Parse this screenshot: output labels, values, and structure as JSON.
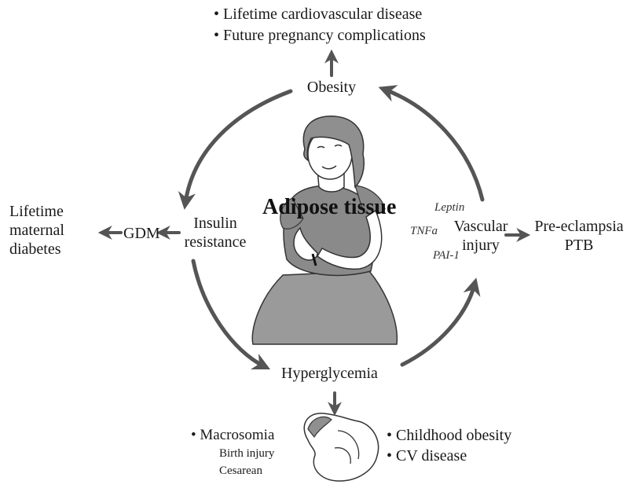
{
  "top_outcomes": {
    "item1": "Lifetime cardiovascular disease",
    "item2": "Future pregnancy complications"
  },
  "bullet": "•",
  "obesity": "Obesity",
  "insulin_resistance": {
    "line1": "Insulin",
    "line2": "resistance"
  },
  "gdm": "GDM",
  "lifetime_diabetes": {
    "line1": "Lifetime",
    "line2": "maternal",
    "line3": "diabetes"
  },
  "center_title": "Adipose tissue",
  "mediators": {
    "leptin": "Leptin",
    "tnf": "TNFa",
    "pai": "PAI-1"
  },
  "vascular_injury": {
    "line1": "Vascular",
    "line2": "injury"
  },
  "vascular_outcomes": {
    "line1": "Pre-eclampsia",
    "line2": "PTB"
  },
  "hyperglycemia": "Hyperglycemia",
  "fetal_outcomes_left": {
    "main": "Macrosomia",
    "sub1": "Birth injury",
    "sub2": "Cesarean"
  },
  "fetal_outcomes_right": {
    "item1": "Childhood obesity",
    "item2": "CV disease"
  },
  "colors": {
    "arrow": "#555555",
    "text": "#1a1a1a",
    "figure_fill": "#9a9a9a"
  }
}
